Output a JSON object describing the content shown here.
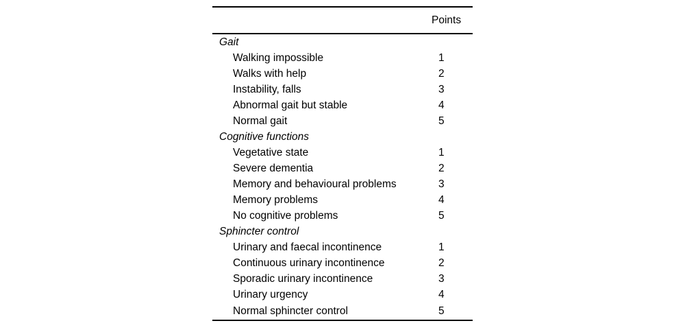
{
  "table": {
    "columns": {
      "label_header": "",
      "points_header": "Points"
    },
    "sections": [
      {
        "name": "Gait",
        "items": [
          {
            "label": "Walking impossible",
            "points": "1"
          },
          {
            "label": "Walks with help",
            "points": "2"
          },
          {
            "label": "Instability, falls",
            "points": "3"
          },
          {
            "label": "Abnormal gait but stable",
            "points": "4"
          },
          {
            "label": "Normal gait",
            "points": "5"
          }
        ]
      },
      {
        "name": "Cognitive functions",
        "items": [
          {
            "label": "Vegetative state",
            "points": "1"
          },
          {
            "label": "Severe dementia",
            "points": "2"
          },
          {
            "label": "Memory and behavioural problems",
            "points": "3"
          },
          {
            "label": "Memory problems",
            "points": "4"
          },
          {
            "label": "No cognitive problems",
            "points": "5"
          }
        ]
      },
      {
        "name": "Sphincter control",
        "items": [
          {
            "label": "Urinary and faecal incontinence",
            "points": "1"
          },
          {
            "label": "Continuous urinary incontinence",
            "points": "2"
          },
          {
            "label": "Sporadic urinary incontinence",
            "points": "3"
          },
          {
            "label": "Urinary urgency",
            "points": "4"
          },
          {
            "label": "Normal sphincter control",
            "points": "5"
          }
        ]
      }
    ]
  },
  "style": {
    "text_color": "#000000",
    "rule_color": "#000000",
    "background": "#ffffff"
  }
}
